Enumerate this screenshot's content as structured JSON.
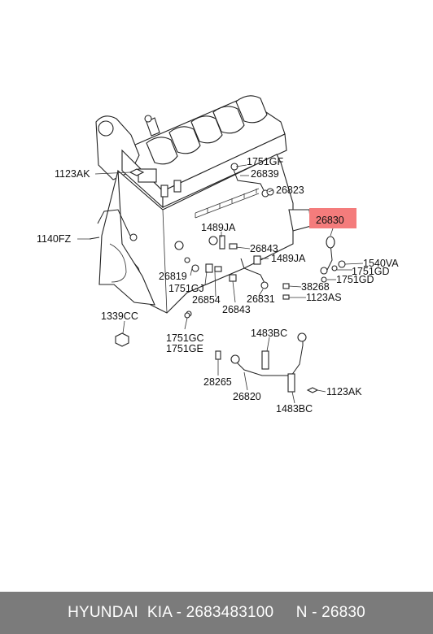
{
  "highlight": {
    "part": "26830",
    "color": "#f47c7c"
  },
  "labels": [
    "1751GF",
    "26839",
    "1123AK",
    "26823",
    "26830",
    "1140FZ",
    "1489JA",
    "26843",
    "1489JA",
    "1540VA",
    "26819",
    "1751GD",
    "1751GJ",
    "1751GD",
    "26854",
    "38268",
    "26843",
    "26831",
    "1123AS",
    "1339CC",
    "1751GC",
    "1751GE",
    "1483BC",
    "28265",
    "26820",
    "1123AK",
    "1483BC"
  ],
  "footer": {
    "brand": "HYUNDAI  KIA",
    "separator": " - ",
    "part_number": "2683483100",
    "gap": "     ",
    "ref": "N - 26830"
  }
}
